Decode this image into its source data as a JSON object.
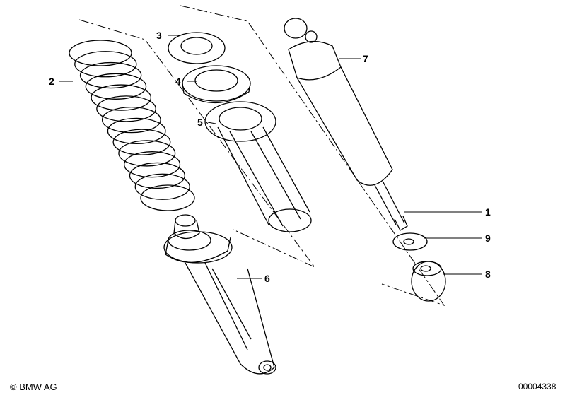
{
  "callouts": [
    {
      "number": "1",
      "part": "shock-absorber-rod"
    },
    {
      "number": "2",
      "part": "coil-spring"
    },
    {
      "number": "3",
      "part": "spring-seat-upper"
    },
    {
      "number": "4",
      "part": "spring-pad"
    },
    {
      "number": "5",
      "part": "spring-cage"
    },
    {
      "number": "6",
      "part": "lower-mount"
    },
    {
      "number": "7",
      "part": "shock-absorber"
    },
    {
      "number": "8",
      "part": "rubber-bushing"
    },
    {
      "number": "9",
      "part": "washer"
    }
  ],
  "footer": {
    "copyright": "© BMW AG",
    "diagram_id": "00004338"
  }
}
